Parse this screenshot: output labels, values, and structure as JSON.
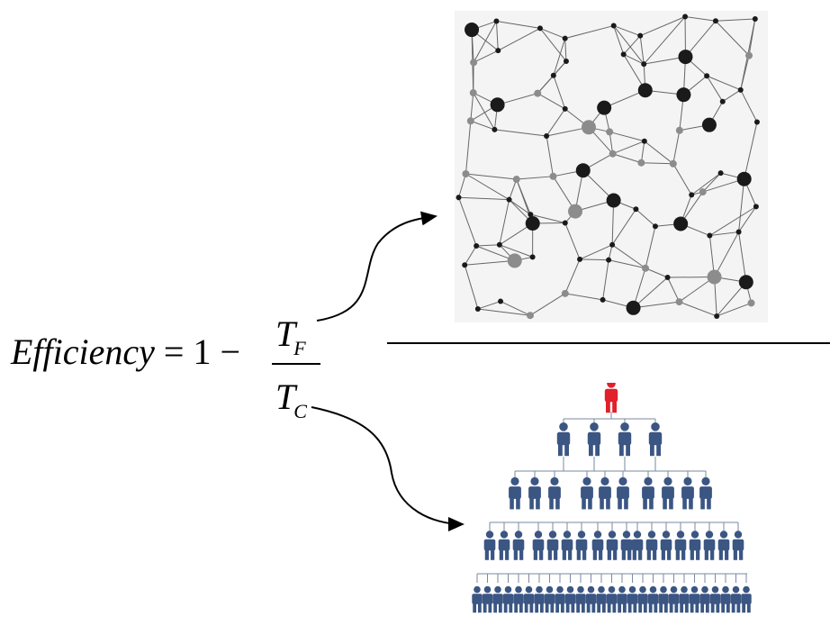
{
  "formula": {
    "lhs": "Efficiency",
    "equals": "=",
    "one": "1",
    "minus": "−",
    "numerator_letter": "T",
    "numerator_sub": "F",
    "denominator_letter": "T",
    "denominator_sub": "C"
  },
  "colors": {
    "network_node": "#1a1a1a",
    "network_node_light": "#8c8c8c",
    "network_edge": "#666666",
    "person": "#3b5683",
    "leader": "#e0202a",
    "connector": "#7a8aa0"
  },
  "icons": {
    "network": "network-graph-image",
    "hierarchy": "org-hierarchy-image",
    "person": "person-icon",
    "leader": "leader-person-icon"
  }
}
